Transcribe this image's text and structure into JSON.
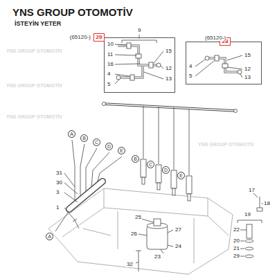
{
  "diagram": {
    "title": "YNS GROUP OTOMOTİV",
    "nodes": [
      {
        "text": [
          "(65120-)"
        ]
      },
      {
        "text": [
          "29"
        ],
        "in": 0
      },
      {
        "text": [
          "(65120-)"
        ]
      },
      {
        "text": [
          "28"
        ],
        "in": 2
      },
      {
        "text": [
          "A"
        ]
      },
      {
        "text": [
          "B"
        ]
      },
      {
        "text": [
          "C"
        ]
      },
      {
        "text": [
          "D"
        ]
      },
      {
        "text": [
          "E"
        ]
      },
      {
        "text": [
          "B"
        ]
      },
      {
        "text": [
          "C"
        ]
      },
      {
        "text": [
          "D"
        ]
      },
      {
        "text": [
          "E"
        ]
      },
      {
        "text": [
          "A"
        ]
      }
    ],
    "labels": [
      "İSTEYİN YETER",
      "YNS GROUP OTOMOTİV",
      "YNS GROUP OTOMOTİV",
      "YNS GROUP OTOMOTİV",
      "YNS GROUP OTOMOTİV",
      "9",
      "10",
      "15",
      "11",
      "16",
      "12",
      "4",
      "13",
      "5",
      "15",
      "12",
      "4",
      "13",
      "5",
      "31",
      "30",
      "3",
      "1",
      "17",
      "18",
      "19",
      "22",
      "20",
      "21",
      "29",
      "25",
      "26",
      "23",
      "27",
      "24",
      "32"
    ]
  }
}
